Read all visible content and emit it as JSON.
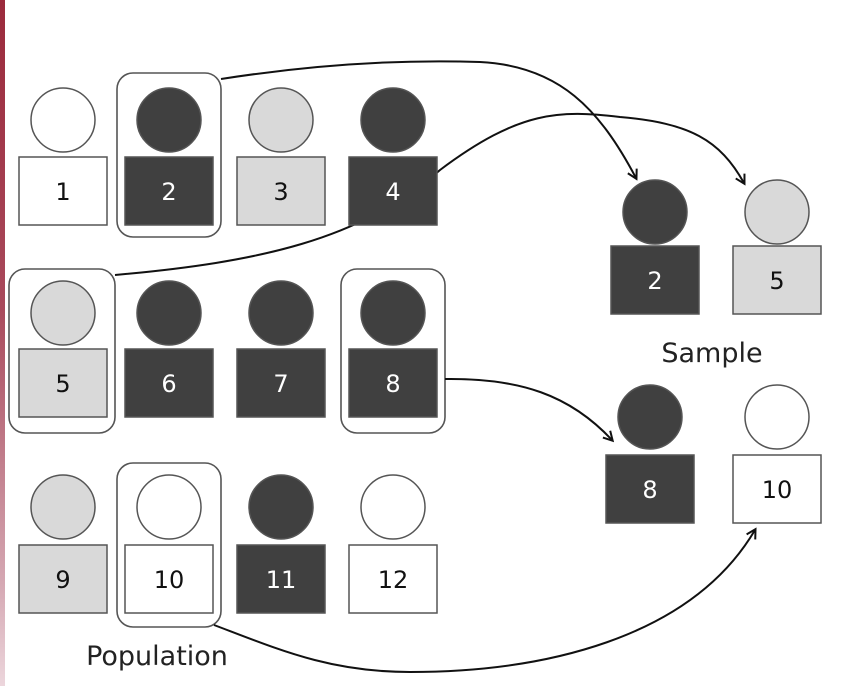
{
  "colors": {
    "dark": "#404040",
    "light": "#d9d9d9",
    "white": "#ffffff",
    "stroke": "#404040"
  },
  "population": {
    "label": "Population",
    "people": [
      {
        "id": "1",
        "shade": "white"
      },
      {
        "id": "2",
        "shade": "dark",
        "selected": true
      },
      {
        "id": "3",
        "shade": "light"
      },
      {
        "id": "4",
        "shade": "dark"
      },
      {
        "id": "5",
        "shade": "light",
        "selected": true
      },
      {
        "id": "6",
        "shade": "dark"
      },
      {
        "id": "7",
        "shade": "dark"
      },
      {
        "id": "8",
        "shade": "dark",
        "selected": true
      },
      {
        "id": "9",
        "shade": "light"
      },
      {
        "id": "10",
        "shade": "white",
        "selected": true
      },
      {
        "id": "11",
        "shade": "dark"
      },
      {
        "id": "12",
        "shade": "white"
      }
    ]
  },
  "sample": {
    "label": "Sample",
    "people": [
      {
        "id": "2",
        "shade": "dark"
      },
      {
        "id": "5",
        "shade": "light"
      },
      {
        "id": "8",
        "shade": "dark"
      },
      {
        "id": "10",
        "shade": "white"
      }
    ]
  },
  "arrows": [
    {
      "from": "2",
      "to": "2"
    },
    {
      "from": "5",
      "to": "5"
    },
    {
      "from": "8",
      "to": "8"
    },
    {
      "from": "10",
      "to": "10"
    }
  ]
}
